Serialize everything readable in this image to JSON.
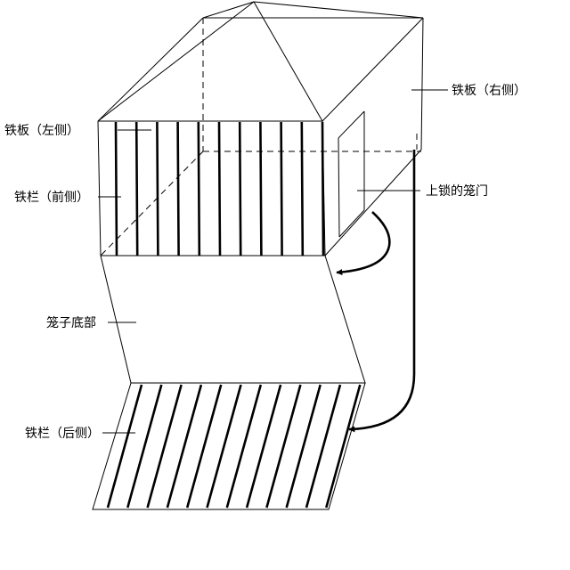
{
  "labels": {
    "right_plate": "铁板（右侧）",
    "left_plate": "铁板（左侧）",
    "front_bars": "铁栏（前侧）",
    "locked_door": "上锁的笼门",
    "cage_bottom": "笼子底部",
    "back_bars": "铁栏（后侧）"
  }
}
